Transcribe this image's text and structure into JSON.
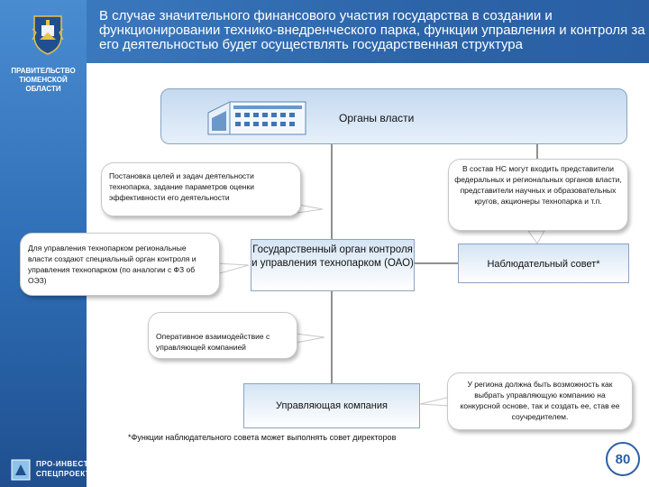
{
  "header": {
    "title": "В случае значительного финансового участия государства в создании и функционировании технико-внедренческого парка, функции управления и контроля за его деятельностью будет осуществлять государственная структура"
  },
  "sidebar": {
    "gov_label": "ПРАВИТЕЛЬСТВО\nТЮМЕНСКОЙ\nОБЛАСТИ",
    "brand_line1": "ПРО-ИНВЕСТ",
    "brand_line2": "СПЕЦПРОЕКТ"
  },
  "diagram": {
    "authority": "Органы власти",
    "gos_organ": "Государственный орган контроля и управления технопарком (ОАО)",
    "nadz": "Наблюдательный совет*",
    "upr": "Управляющая компания"
  },
  "callouts": {
    "goals": "Постановка целей и задач деятельности технопарка, задание параметров оценки эффективности его деятельности",
    "nadz_members": "В состав НС могут входить представители федеральных и региональных органов власти, представители научных и образовательных кругов, акционеры технопарка и т.п.",
    "management": "Для управления технопарком региональные власти создают специальный орган контроля и управления технопарком (по аналогии с ФЗ об ОЭЗ)",
    "interaction": "Оперативное взаимодействие с управляющей компанией",
    "choice": "У региона должна быть возможность как выбрать управляющую компанию на конкурсной основе, так и создать ее, став ее соучредителем."
  },
  "footnote": "*Функции наблюдательного совета может выполнять совет директоров",
  "page_number": "80",
  "colors": {
    "header": "#2c64a8",
    "sidebar": "#2f6fb7",
    "box_border": "#8aa4c0"
  }
}
